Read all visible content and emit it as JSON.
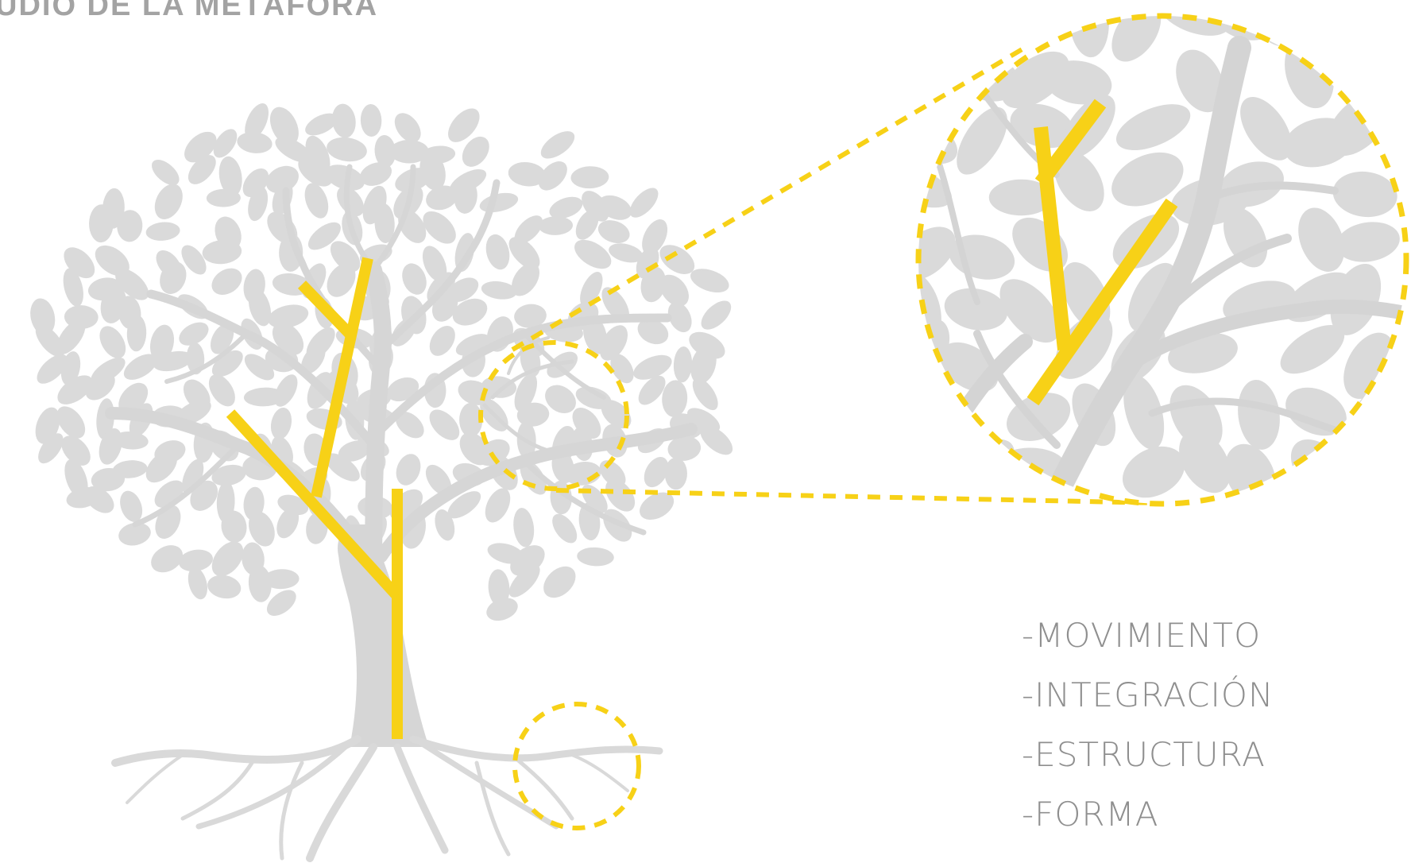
{
  "title": "UDIO DE LA METÁFORA",
  "colors": {
    "accent": "#f7d117",
    "tree": "#d9d9d9",
    "text": "#8f8f8f"
  },
  "concepts": [
    "-MOVIMIENTO",
    "-INTEGRACIÓN",
    "-ESTRUCTURA",
    "-FORMA"
  ],
  "icons": [
    "tree-illustration",
    "zoom-callout-circle",
    "root-callout-circle"
  ]
}
